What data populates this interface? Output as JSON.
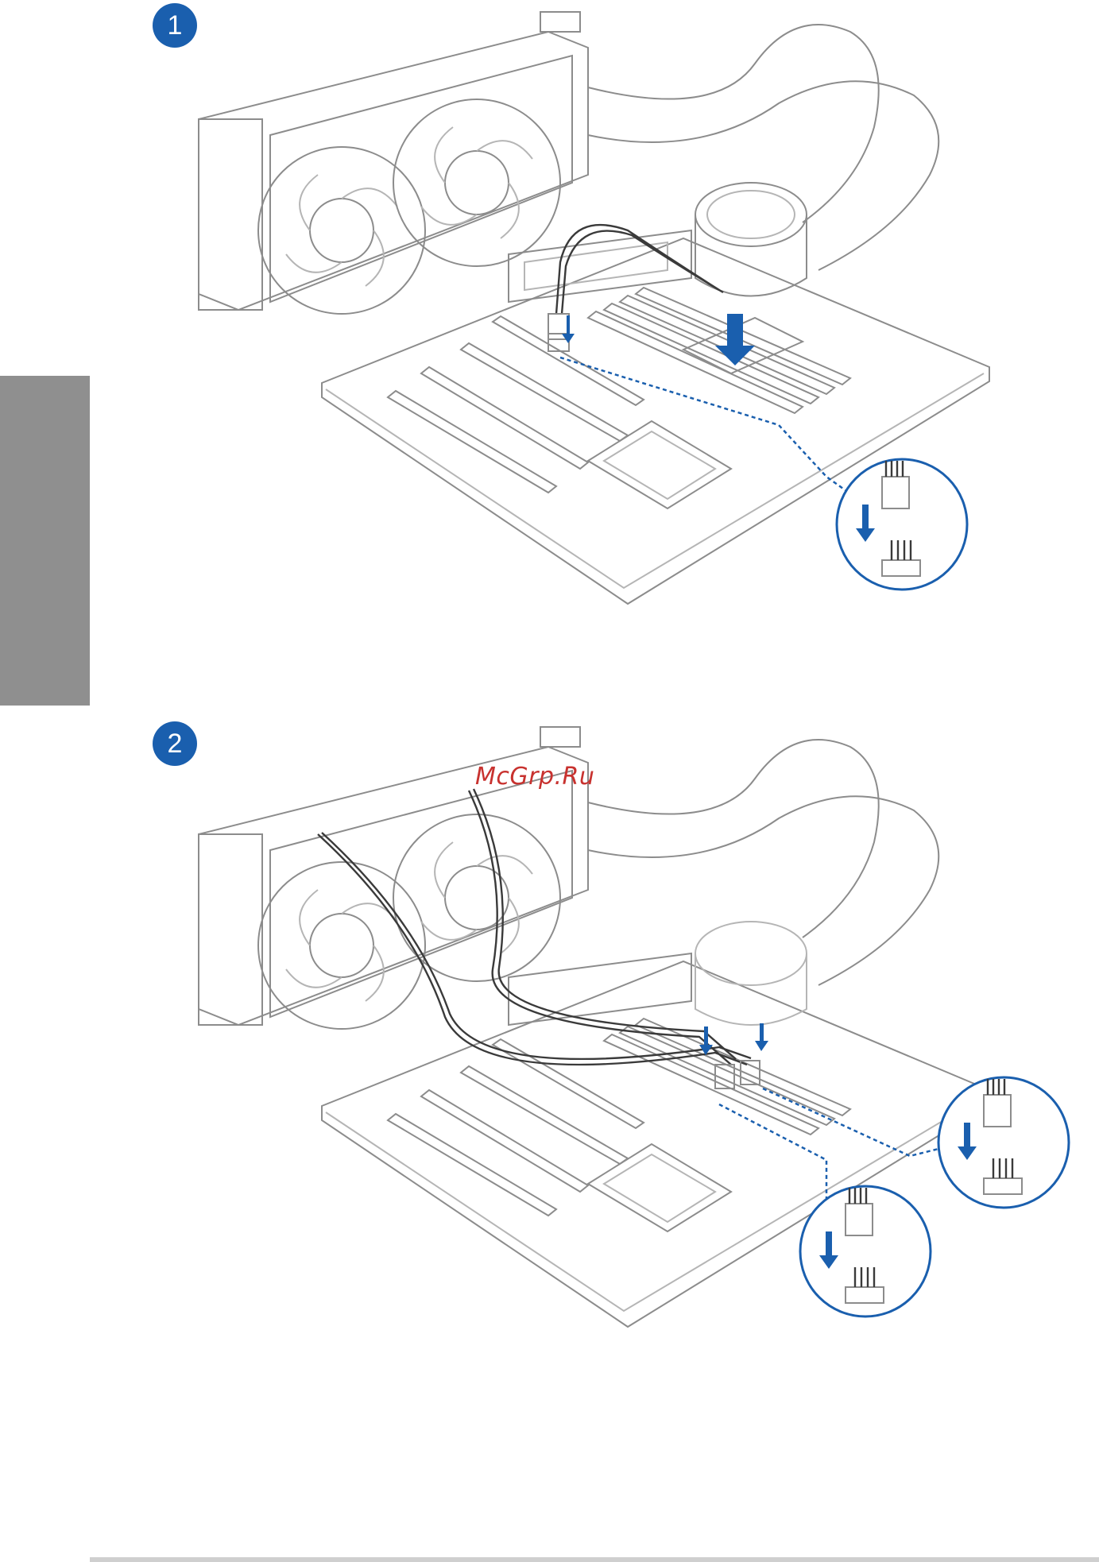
{
  "steps": [
    {
      "number": "1"
    },
    {
      "number": "2"
    }
  ],
  "watermark": "McGrp.Ru",
  "colors": {
    "accent": "#1a5fae",
    "sidebar_tab": "#8f8f8f",
    "line_art": "#8c8c8c",
    "watermark": "#c8322f"
  }
}
